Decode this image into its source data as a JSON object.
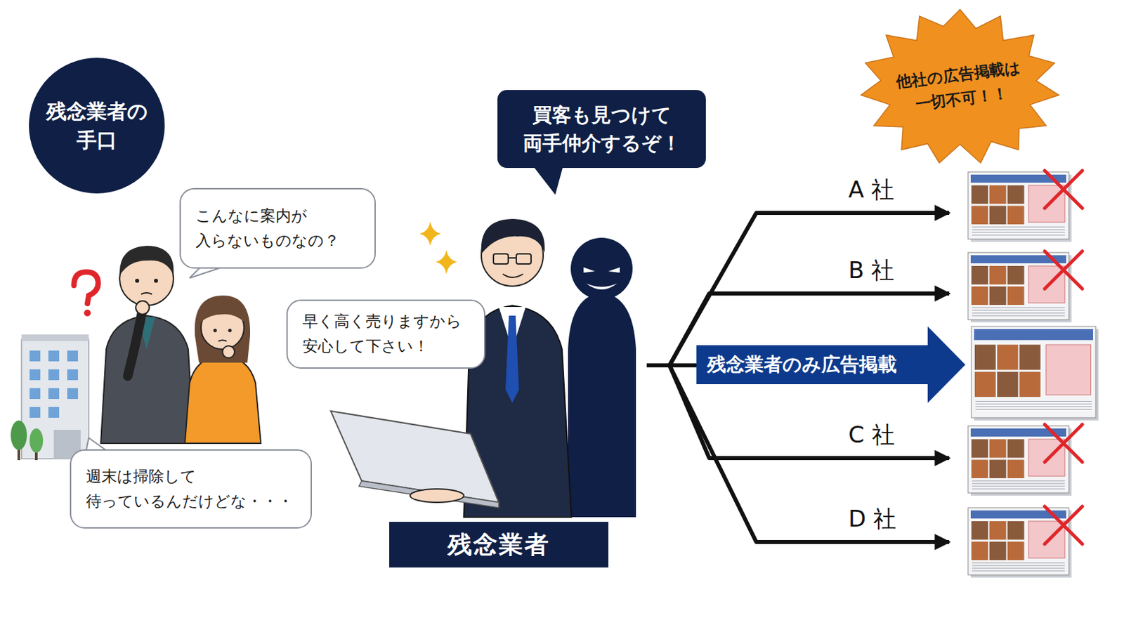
{
  "diagram": {
    "nodes": [
      {
        "text": [
          "残念業者の 手口"
        ]
      },
      {
        "text": [
          "こんなに案内が 入らないものなの？"
        ]
      },
      {
        "text": [
          "早く高く売りますから 安心して下さい！"
        ]
      },
      {
        "text": [
          "買客も見つけて 両手仲介するぞ！"
        ]
      },
      {
        "text": [
          "他社の広告掲載は 一切不可！！"
        ]
      },
      {
        "text": [
          "残念業者のみ広告掲載"
        ]
      },
      {
        "text": [
          "残念業者"
        ]
      },
      {
        "text": [
          "週末は掃除して 待っているんだけどな・・・"
        ]
      }
    ],
    "labels": [
      "A 社",
      "B 社",
      "C 社",
      "D 社"
    ]
  }
}
